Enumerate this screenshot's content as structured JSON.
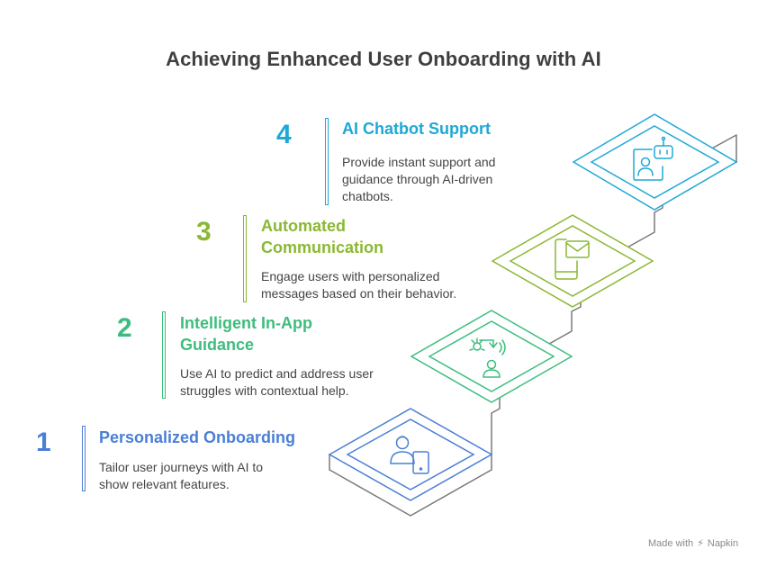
{
  "title": "Achieving Enhanced User Onboarding with AI",
  "steps": [
    {
      "number": "1",
      "title_lines": [
        "Personalized Onboarding"
      ],
      "description_lines": [
        "Tailor user journeys with AI to",
        "show relevant features."
      ],
      "color": "#4a7fd6",
      "icon": "user-with-phone-icon"
    },
    {
      "number": "2",
      "title_lines": [
        "Intelligent In-App",
        "Guidance"
      ],
      "description_lines": [
        "Use AI to predict and address user",
        "struggles with contextual help."
      ],
      "color": "#3dbd7d",
      "icon": "lightbulb-guidance-icon"
    },
    {
      "number": "3",
      "title_lines": [
        "Automated",
        "Communication"
      ],
      "description_lines": [
        "Engage users with personalized",
        "messages based on their behavior."
      ],
      "color": "#8ab832",
      "icon": "phone-message-icon"
    },
    {
      "number": "4",
      "title_lines": [
        "AI Chatbot Support"
      ],
      "description_lines": [
        "Provide instant support and",
        "guidance through AI-driven",
        "chatbots."
      ],
      "color": "#1ea8d6",
      "icon": "chatbot-icon"
    }
  ],
  "footer": {
    "prefix": "Made with",
    "brand": "Napkin",
    "icon": "napkin-logo-icon"
  }
}
